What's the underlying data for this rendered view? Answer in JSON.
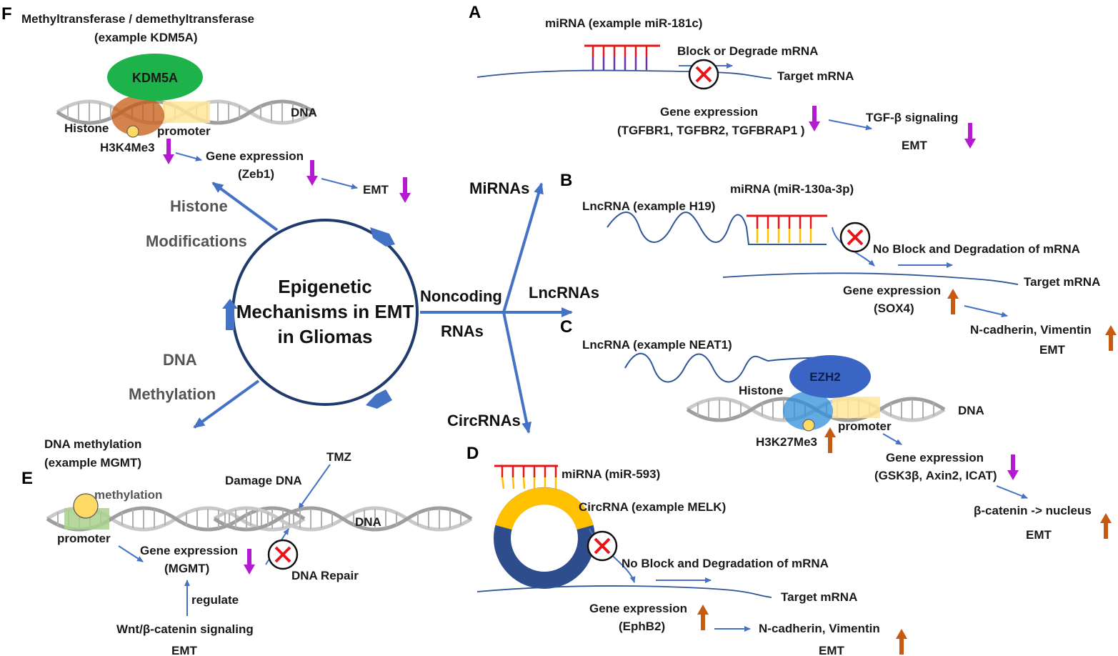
{
  "panels": {
    "A": "A",
    "B": "B",
    "C": "C",
    "D": "D",
    "E": "E",
    "F": "F"
  },
  "center": {
    "line1": "Epigenetic",
    "line2": "Mechanisms in EMT",
    "line3": "in Gliomas"
  },
  "branches": {
    "histone_1": "Histone",
    "histone_2": "Modifications",
    "dna_1": "DNA",
    "dna_2": "Methylation",
    "noncoding_1": "Noncoding",
    "noncoding_2": "RNAs",
    "mirnas": "MiRNAs",
    "lncrnas": "LncRNAs",
    "circrnas": "CircRNAs"
  },
  "panel_f": {
    "title1": "Methyltransferase / demethyltransferase",
    "title2": "(example KDM5A)",
    "enzyme": "KDM5A",
    "dna": "DNA",
    "histone": "Histone",
    "promoter": "promoter",
    "mark": "H3K4Me3",
    "gene1": "Gene expression",
    "gene2": "(Zeb1)",
    "emt": "EMT"
  },
  "panel_a": {
    "mirna": "miRNA (example miR-181c)",
    "block": "Block or Degrade mRNA",
    "target": "Target mRNA",
    "gene1": "Gene expression",
    "gene2": "(TGFBR1, TGFBR2, TGFBRAP1 )",
    "tgf": "TGF-β signaling",
    "emt": "EMT"
  },
  "panel_b": {
    "lnc": "LncRNA (example H19)",
    "mirna": "miRNA (miR-130a-3p)",
    "noblock": "No Block and  Degradation of mRNA",
    "target": "Target mRNA",
    "gene1": "Gene expression",
    "gene2": "(SOX4)",
    "ncad": "N-cadherin, Vimentin",
    "emt": "EMT"
  },
  "panel_c": {
    "lnc": "LncRNA (example NEAT1)",
    "enzyme": "EZH2",
    "histone": "Histone",
    "dna": "DNA",
    "promoter": "promoter",
    "mark": "H3K27Me3",
    "gene1": "Gene expression",
    "gene2": "(GSK3β, Axin2, ICAT)",
    "bcat": "β-catenin -> nucleus",
    "emt": "EMT"
  },
  "panel_d": {
    "mirna": "miRNA (miR-593)",
    "circ": "CircRNA (example MELK)",
    "noblock": "No Block and  Degradation of mRNA",
    "target": "Target mRNA",
    "gene1": "Gene expression",
    "gene2": "(EphB2)",
    "ncad": "N-cadherin, Vimentin",
    "emt": "EMT"
  },
  "panel_e": {
    "title1": "DNA methylation",
    "title2": "(example MGMT)",
    "methylation": "methylation",
    "tmz": "TMZ",
    "damage": "Damage DNA",
    "dna": "DNA",
    "promoter": "promoter",
    "gene1": "Gene expression",
    "gene2": "(MGMT)",
    "repair": "DNA Repair",
    "regulate": "regulate",
    "wnt": "Wnt/β-catenin signaling",
    "emt": "EMT"
  },
  "colors": {
    "blue": "#4472c4",
    "darkblue": "#2f4e8a",
    "magenta": "#b41bd1",
    "orange": "#c65a11",
    "red": "#e8141a",
    "yellow": "#ffc000",
    "green": "#17b04a",
    "navy": "#2e4d8c"
  }
}
